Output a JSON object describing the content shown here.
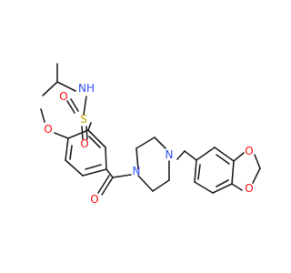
{
  "molecule": {
    "colors": {
      "bond": "#222222",
      "oxygen": "#ff0d0d",
      "nitrogen": "#3050f8",
      "sulfur": "#c9a400",
      "carbon": "#222222"
    },
    "labels": {
      "nh": "NH",
      "s": "S",
      "o_sulfonyl_top": "O",
      "o_sulfonyl_bottom": "O",
      "o_methoxy": "O",
      "o_carbonyl": "O",
      "n_piperazine_left": "N",
      "n_piperazine_right": "N",
      "o_dioxole_top": "O",
      "o_dioxole_bottom": "O"
    }
  }
}
